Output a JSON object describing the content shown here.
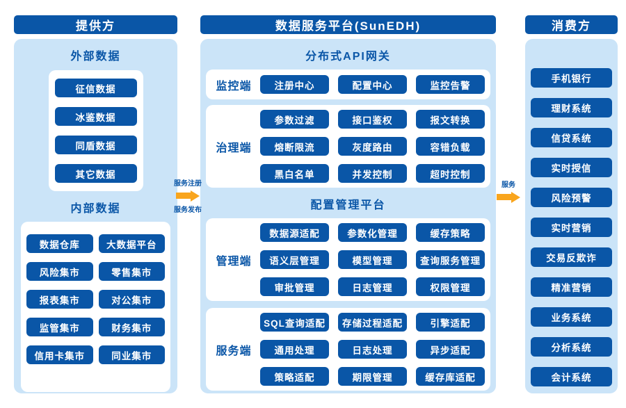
{
  "colors": {
    "dark_blue": "#0A56A7",
    "light_blue": "#CBE4F8",
    "orange": "#F9A51D"
  },
  "provider": {
    "header": "提供方",
    "external": {
      "title": "外部数据",
      "items": [
        "征信数据",
        "冰鉴数据",
        "同盾数据",
        "其它数据"
      ]
    },
    "internal": {
      "title": "内部数据",
      "items": [
        "数据仓库",
        "大数据平台",
        "风险集市",
        "零售集市",
        "报表集市",
        "对公集市",
        "监管集市",
        "财务集市",
        "信用卡集市",
        "同业集市"
      ]
    }
  },
  "platform": {
    "header": "数据服务平台(SunEDH)",
    "gateway": {
      "title": "分布式API网关",
      "groups": [
        {
          "label": "监控端",
          "rows": [
            [
              "注册中心",
              "配置中心",
              "监控告警"
            ]
          ]
        },
        {
          "label": "治理端",
          "rows": [
            [
              "参数过滤",
              "接口鉴权",
              "报文转换"
            ],
            [
              "熔断限流",
              "灰度路由",
              "容错负载"
            ],
            [
              "黑白名单",
              "并发控制",
              "超时控制"
            ]
          ]
        }
      ]
    },
    "config": {
      "title": "配置管理平台",
      "groups": [
        {
          "label": "管理端",
          "rows": [
            [
              "数据源适配",
              "参数化管理",
              "缓存策略"
            ],
            [
              "语义层管理",
              "模型管理",
              "查询服务管理"
            ],
            [
              "审批管理",
              "日志管理",
              "权限管理"
            ]
          ]
        },
        {
          "label": "服务端",
          "rows": [
            [
              "SQL查询适配",
              "存储过程适配",
              "引擎适配"
            ],
            [
              "通用处理",
              "日志处理",
              "异步适配"
            ],
            [
              "策略适配",
              "期限管理",
              "缓存库适配"
            ]
          ]
        }
      ]
    }
  },
  "consumer": {
    "header": "消费方",
    "items": [
      "手机银行",
      "理财系统",
      "信贷系统",
      "实时授信",
      "风险预警",
      "实时营销",
      "交易反欺诈",
      "精准营销",
      "业务系统",
      "分析系统",
      "会计系统"
    ]
  },
  "arrows": {
    "left": {
      "top_label": "服务注册",
      "bottom_label": "服务发布"
    },
    "right": {
      "label": "服务"
    }
  }
}
